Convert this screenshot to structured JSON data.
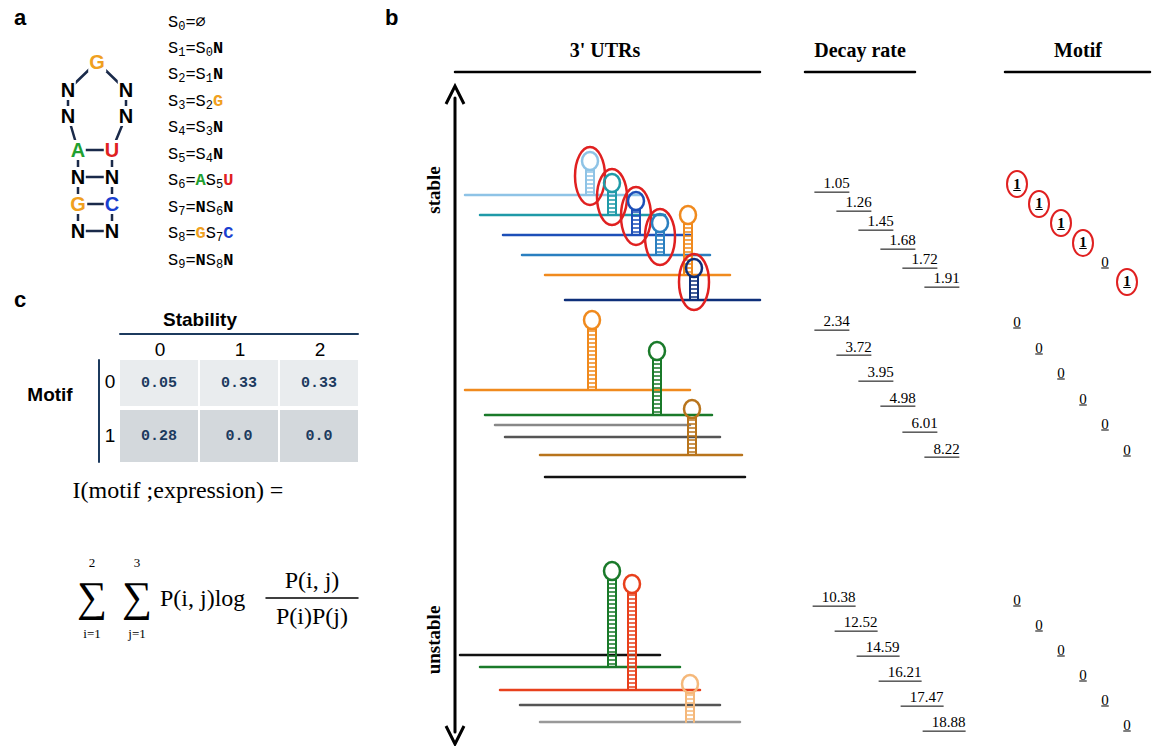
{
  "diagram": {
    "nodes": [
      {
        "text": [
          "1"
        ]
      },
      {
        "text": [
          "1"
        ]
      },
      {
        "text": [
          "1"
        ]
      },
      {
        "text": [
          "1"
        ]
      },
      {
        "text": [
          "1"
        ]
      }
    ],
    "labels": [
      "a",
      "b",
      "c",
      "G",
      "N",
      "N",
      "N",
      "N",
      "A",
      "U",
      "N",
      "N",
      "G",
      "C",
      "N",
      "N",
      "S0=∅",
      "S1=S0N",
      "S2=S1N",
      "S3=S2G",
      "S4=S3N",
      "S5=S4N",
      "S6=AS5U",
      "S7=NS6N",
      "S8=GS7C",
      "S9=NS8N",
      "3' UTRs",
      "Decay rate",
      "Motif",
      "stable",
      "unstable",
      "1.05",
      "1.26",
      "1.45",
      "1.68",
      "1.72",
      "1.91",
      "2.34",
      "3.72",
      "3.95",
      "4.98",
      "6.01",
      "8.22",
      "10.38",
      "12.52",
      "14.59",
      "16.21",
      "17.47",
      "18.88",
      "0",
      "0",
      "0",
      "0",
      "0",
      "0",
      "0",
      "0",
      "0",
      "0",
      "0",
      "0",
      "0",
      "Stability",
      "Motif",
      "0",
      "1",
      "2",
      "0",
      "1",
      "0.05",
      "0.33",
      "0.33",
      "0.28",
      "0.0",
      "0.0",
      "I(motif ;expression) =",
      "2",
      "∑",
      "i=1",
      "3",
      "∑",
      "j=1",
      "P(i, j)log",
      "P(i, j)",
      "P(i)P(j)"
    ]
  }
}
